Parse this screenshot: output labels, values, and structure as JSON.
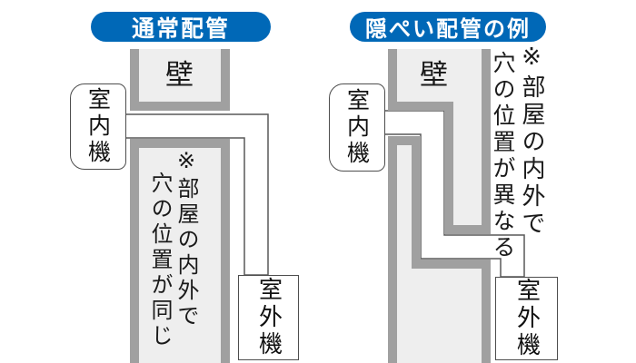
{
  "diagram": {
    "left_panel": {
      "title": "通常配管",
      "wall_label": "壁",
      "indoor_unit_label": "室内機",
      "outdoor_unit_label": "室外機",
      "note_line1": "※部屋の内外で",
      "note_line2": "穴の位置が同じ"
    },
    "right_panel": {
      "title": "隠ぺい配管の例",
      "wall_label": "壁",
      "indoor_unit_label": "室内機",
      "outdoor_unit_label": "室外機",
      "note_line1": "※部屋の内外で",
      "note_line2": "穴の位置が異なる"
    },
    "colors": {
      "accent_blue": "#0068b7",
      "title_text": "#ffffff",
      "wall_border_gray": "#a0a0a0",
      "wall_fill_gray": "#eeeeee",
      "pipe_outline": "#595959",
      "box_outline": "#4d4d4d",
      "background": "#ffffff",
      "text": "#1a1a1a"
    }
  }
}
